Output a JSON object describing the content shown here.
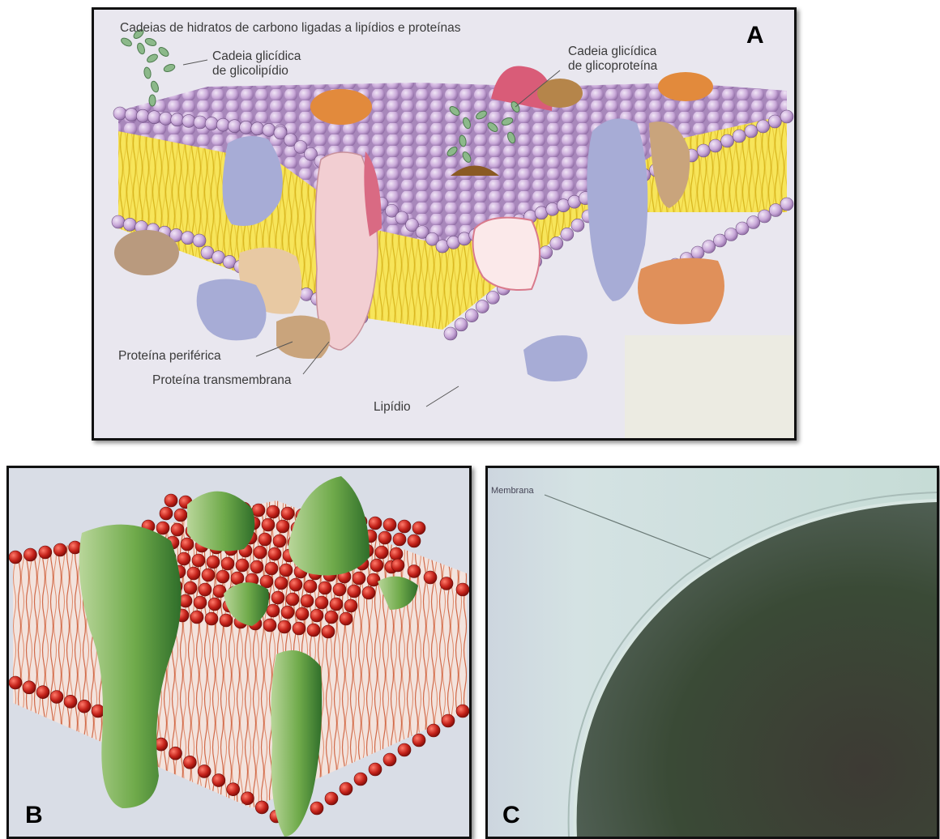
{
  "panel_a": {
    "letter": "A",
    "title": "Cadeias de hidratos de carbono ligadas a lipídios e proteínas",
    "label_glycolipid_line1": "Cadeia glicídica",
    "label_glycolipid_line2": "de glicolipídio",
    "label_glycoprotein_line1": "Cadeia glicídica",
    "label_glycoprotein_line2": "de glicoproteína",
    "label_peripheral": "Proteína periférica",
    "label_transmembrane": "Proteína transmembrana",
    "label_lipid": "Lipídio",
    "colors": {
      "head": "#c9a9d9",
      "tail": "#f5e14e",
      "paper": "#e9e7ef"
    }
  },
  "panel_b": {
    "letter": "B",
    "colors": {
      "head": "#c4221a",
      "protein": "#6faa4a",
      "background": "#d9dde6"
    }
  },
  "panel_c": {
    "letter": "C",
    "label_membrane": "Membrana",
    "colors": {
      "cell": "#3a4a36",
      "background": "#d3dfe0"
    }
  }
}
